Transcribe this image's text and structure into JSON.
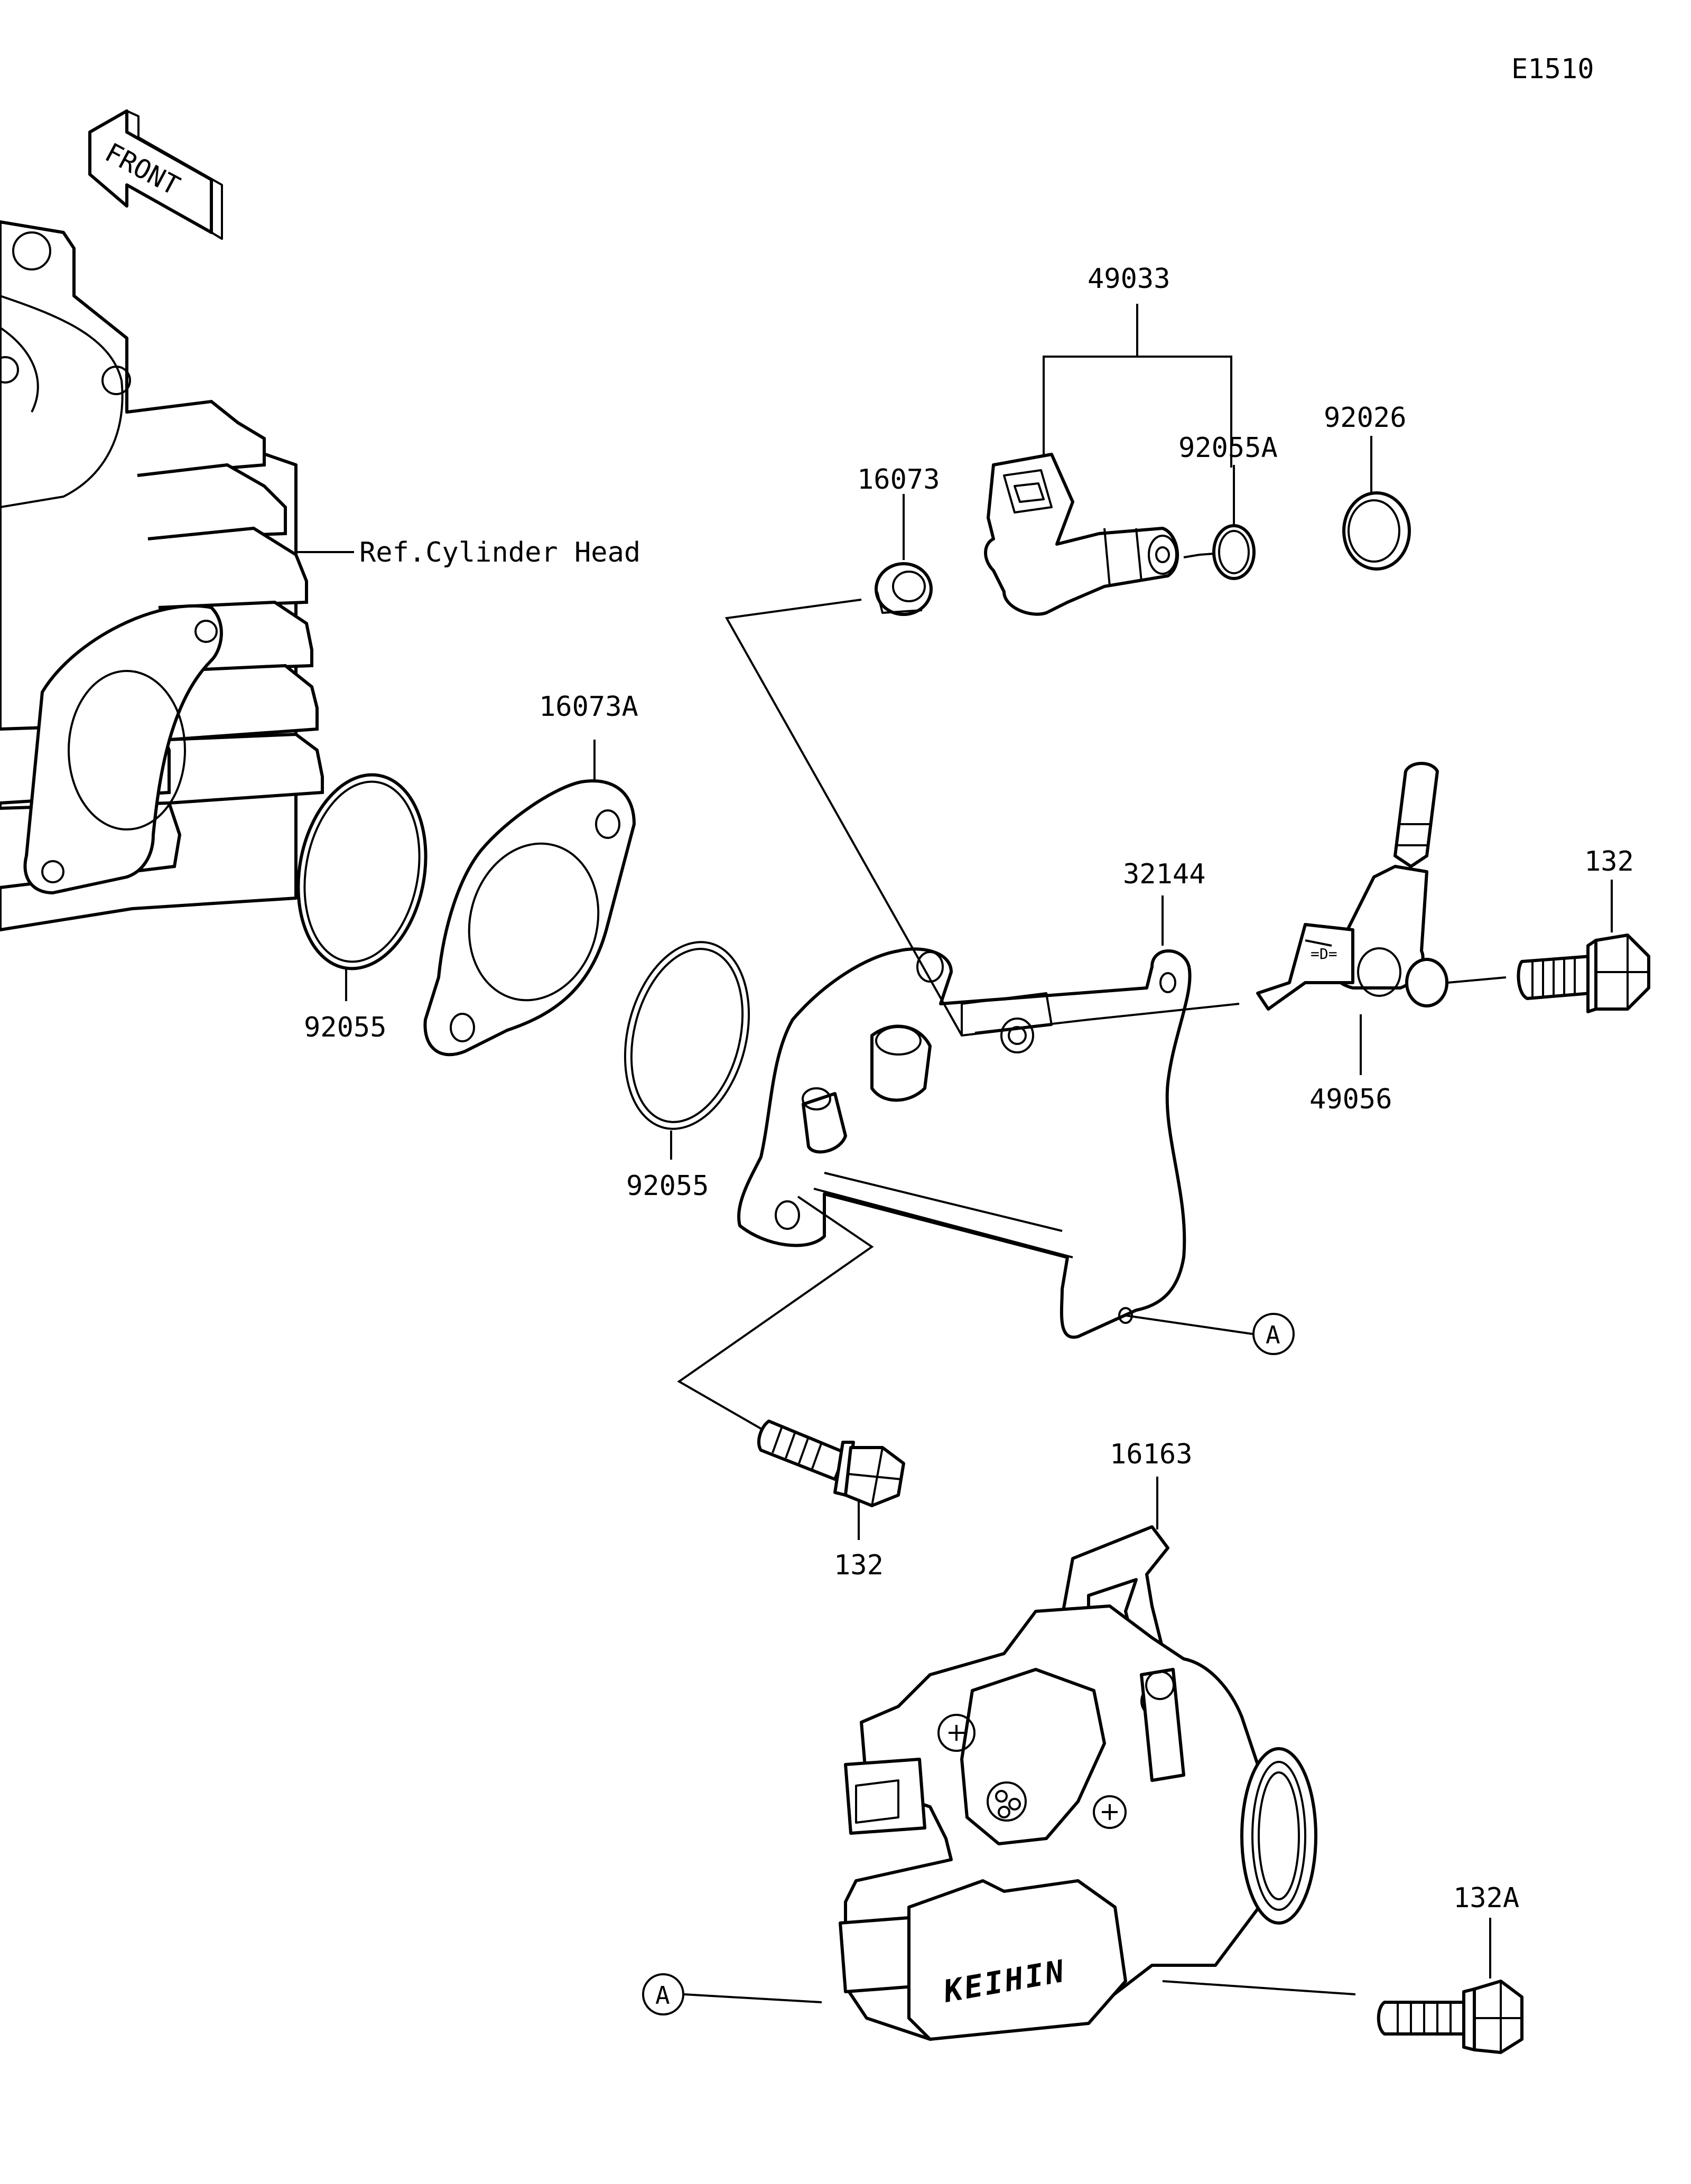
{
  "diagram_code": "E1510",
  "front_arrow": "FRONT",
  "reference_label": "Ref.Cylinder Head",
  "callout_marker": "A",
  "part_numbers": {
    "p49033": "49033",
    "p92055A": "92055A",
    "p92026": "92026",
    "p16073": "16073",
    "p16073A": "16073A",
    "p92055_left": "92055",
    "p92055_mid": "92055",
    "p32144": "32144",
    "p132_right": "132",
    "p49056": "49056",
    "p132_lower": "132",
    "p16163": "16163",
    "p132A": "132A"
  },
  "throttle_body_brand": "KEIHIN",
  "icons": [
    "front-arrow-icon",
    "cylinder-head-icon",
    "o-ring-icon",
    "insulator-gasket-icon",
    "throttle-body-icon",
    "injector-icon",
    "bolt-icon"
  ]
}
